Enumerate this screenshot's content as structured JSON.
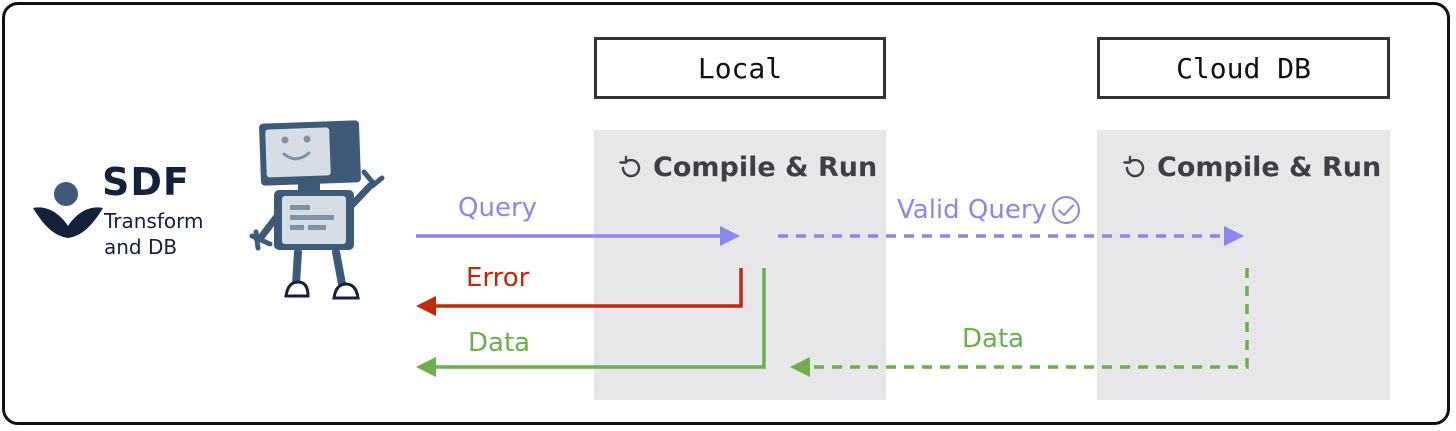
{
  "brand": {
    "name": "SDF",
    "subtitle_line1": "Transform",
    "subtitle_line2": "and DB"
  },
  "environments": [
    {
      "label": "Local",
      "step": "Compile & Run"
    },
    {
      "label": "Cloud DB",
      "step": "Compile & Run"
    }
  ],
  "flows": {
    "query": "Query",
    "valid_query": "Valid Query",
    "error": "Error",
    "data_local": "Data",
    "data_cloud": "Data"
  },
  "colors": {
    "query": "#8b86f0",
    "error": "#c0280f",
    "data": "#6ab04c",
    "panel": "#e7e7ea",
    "brand": "#14213d",
    "robot": "#3d5a78"
  }
}
